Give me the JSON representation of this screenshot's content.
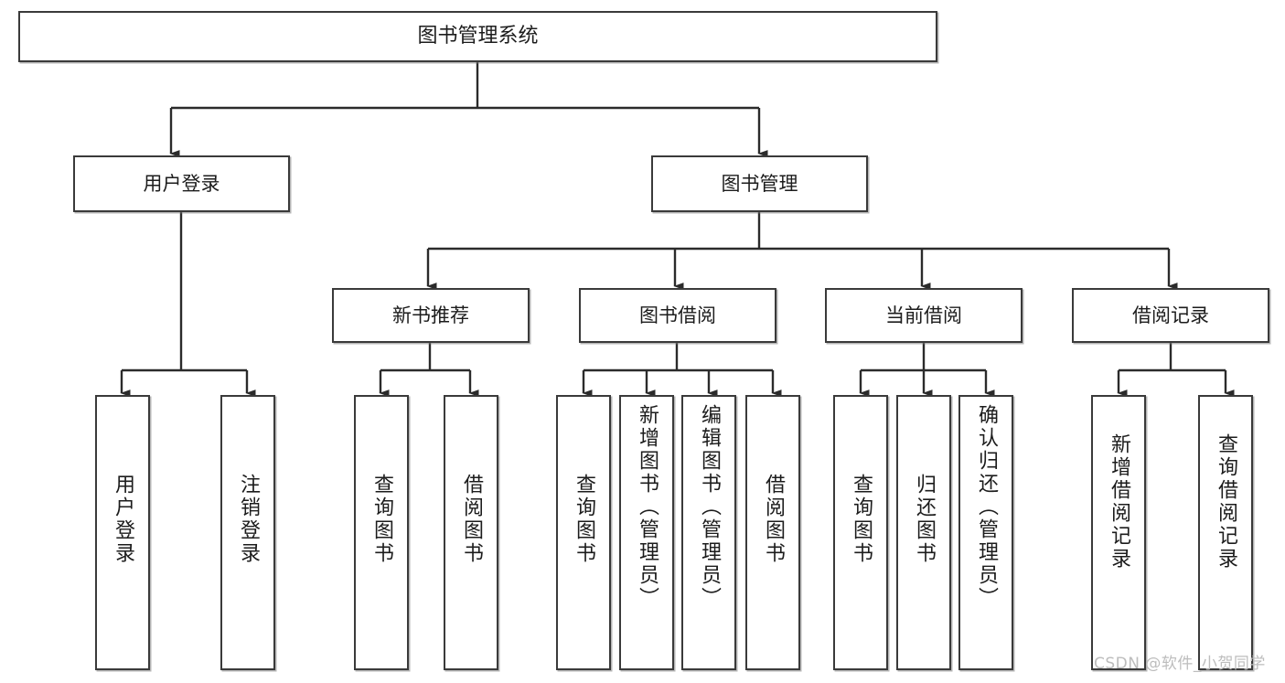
{
  "diagram": {
    "title": "图书管理系统",
    "type": "tree-hierarchy-functional-structure",
    "colors": {
      "box_border": "#3a3a3a",
      "box_fill": "#ffffff",
      "edge": "#2b2b2b",
      "text": "#1c1c1c",
      "watermark": "#bdbdbd"
    },
    "watermark": "CSDN @软件_小贺同学"
  },
  "nodes": {
    "root": {
      "label": "图书管理系统"
    },
    "level2": [
      {
        "label": "用户登录"
      },
      {
        "label": "图书管理"
      }
    ],
    "level3": [
      {
        "label": "新书推荐"
      },
      {
        "label": "图书借阅"
      },
      {
        "label": "当前借阅"
      },
      {
        "label": "借阅记录"
      }
    ],
    "leaves": {
      "user_login": [
        {
          "label": "用户登录"
        },
        {
          "label": "注销登录"
        }
      ],
      "new_book_recommend": [
        {
          "label": "查询图书"
        },
        {
          "label": "借阅图书"
        }
      ],
      "book_borrow": [
        {
          "label": "查询图书"
        },
        {
          "label": "新增图书（管理员）"
        },
        {
          "label": "编辑图书（管理员）"
        },
        {
          "label": "借阅图书"
        }
      ],
      "current_borrow": [
        {
          "label": "查询图书"
        },
        {
          "label": "归还图书"
        },
        {
          "label": "确认归还（管理员）"
        }
      ],
      "borrow_record": [
        {
          "label": "新增借阅记录"
        },
        {
          "label": "查询借阅记录"
        }
      ]
    }
  }
}
